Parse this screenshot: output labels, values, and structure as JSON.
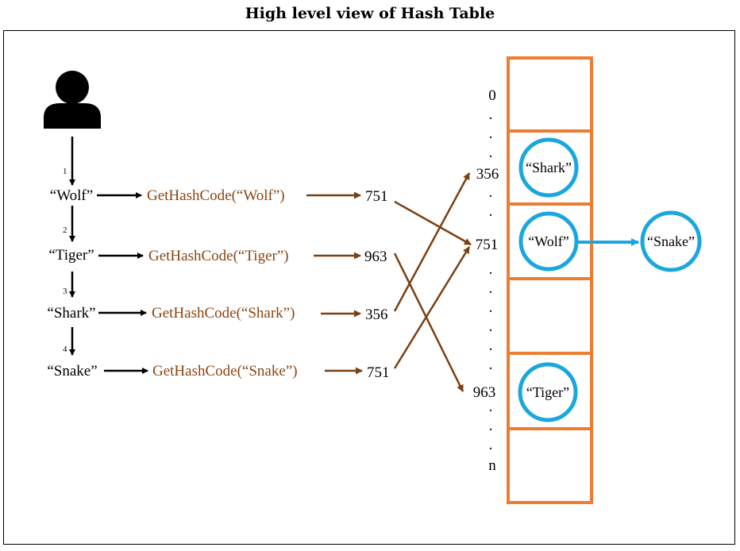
{
  "title": "High level view of Hash Table",
  "colors": {
    "arrow_black": "#000000",
    "arrow_brown": "#7b3f10",
    "func_text": "#8b4513",
    "table_border": "#ed7d31",
    "circle_border": "#1aa7de"
  },
  "icons": {
    "user": "user-icon"
  },
  "steps": [
    {
      "num": "1",
      "key": "“Wolf”",
      "func": "GetHashCode(“Wolf”)",
      "hash": "751"
    },
    {
      "num": "2",
      "key": "“Tiger”",
      "func": "GetHashCode(“Tiger”)",
      "hash": "963"
    },
    {
      "num": "3",
      "key": "“Shark”",
      "func": "GetHashCode(“Shark”)",
      "hash": "356"
    },
    {
      "num": "4",
      "key": "“Snake”",
      "func": "GetHashCode(“Snake”)",
      "hash": "751"
    }
  ],
  "table": {
    "index_labels": {
      "first": "0",
      "shark": "356",
      "wolf": "751",
      "tiger": "963",
      "last": "n"
    },
    "dot": ".",
    "entries": {
      "shark": "“Shark”",
      "wolf": "“Wolf”",
      "tiger": "“Tiger”",
      "chained": "“Snake”"
    }
  }
}
